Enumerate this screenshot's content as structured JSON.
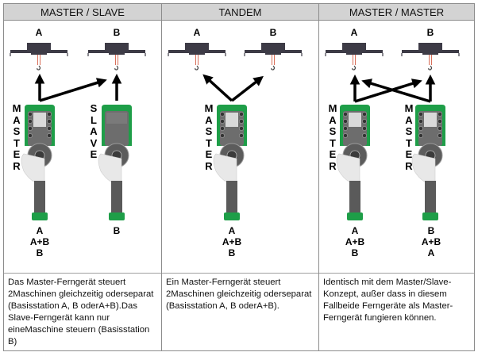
{
  "columns": [
    {
      "header": "MASTER / SLAVE",
      "cranes": [
        "A",
        "B"
      ],
      "remotes": [
        {
          "role_letters": [
            "M",
            "A",
            "S",
            "T",
            "E",
            "R"
          ],
          "type": "master",
          "modes": [
            "A",
            "A+B",
            "B"
          ]
        },
        {
          "role_letters": [
            "S",
            "L",
            "A",
            "V",
            "E"
          ],
          "type": "slave",
          "modes": [
            "B"
          ]
        }
      ],
      "description": [
        "Das Master-Ferngerät steuert 2",
        "Maschinen gleichzeitig oder",
        "separat (Basisstation A, B oder",
        "A+B).",
        "Das Slave-Ferngerät kann nur eine",
        "Maschine steuern (Basisstation B)"
      ]
    },
    {
      "header": "TANDEM",
      "cranes": [
        "A",
        "B"
      ],
      "remotes": [
        {
          "role_letters": [
            "M",
            "A",
            "S",
            "T",
            "E",
            "R"
          ],
          "type": "master",
          "modes": [
            "A",
            "A+B",
            "B"
          ]
        }
      ],
      "description": [
        "Ein Master-Ferngerät steuert 2",
        "Maschinen gleichzeitig oder",
        "separat (Basisstation A, B oder",
        "A+B)."
      ]
    },
    {
      "header": "MASTER / MASTER",
      "cranes": [
        "A",
        "B"
      ],
      "remotes": [
        {
          "role_letters": [
            "M",
            "A",
            "S",
            "T",
            "E",
            "R"
          ],
          "type": "master",
          "modes": [
            "A",
            "A+B",
            "B"
          ]
        },
        {
          "role_letters": [
            "M",
            "A",
            "S",
            "T",
            "E",
            "R"
          ],
          "type": "master",
          "modes": [
            "B",
            "A+B",
            "A"
          ]
        }
      ],
      "description": [
        "Identisch mit dem Master/Slave-",
        "Konzept, außer dass in diesem Fall",
        "beide Ferngeräte als Master-",
        "Ferngerät fungieren können."
      ]
    }
  ],
  "colors": {
    "header_bg": "#d3d3d3",
    "border": "#8c8c8c",
    "crane_body": "#3d3b46",
    "rope": "#d9705a",
    "remote_green": "#1e9e48",
    "remote_body": "#5a5a5a",
    "hand": "#e8e8e8",
    "arrow": "#000000"
  }
}
